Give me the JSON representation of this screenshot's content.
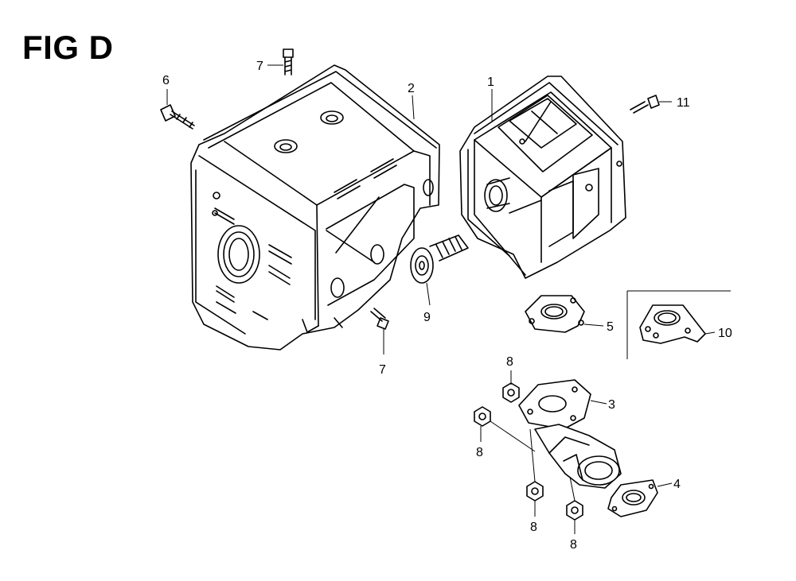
{
  "figure": {
    "title": "FIG D"
  },
  "callouts": {
    "c1": "1",
    "c2": "2",
    "c3": "3",
    "c4": "4",
    "c5": "5",
    "c6": "6",
    "c7a": "7",
    "c7b": "7",
    "c8a": "8",
    "c8b": "8",
    "c8c": "8",
    "c8d": "8",
    "c9": "9",
    "c10": "10",
    "c11": "11"
  }
}
